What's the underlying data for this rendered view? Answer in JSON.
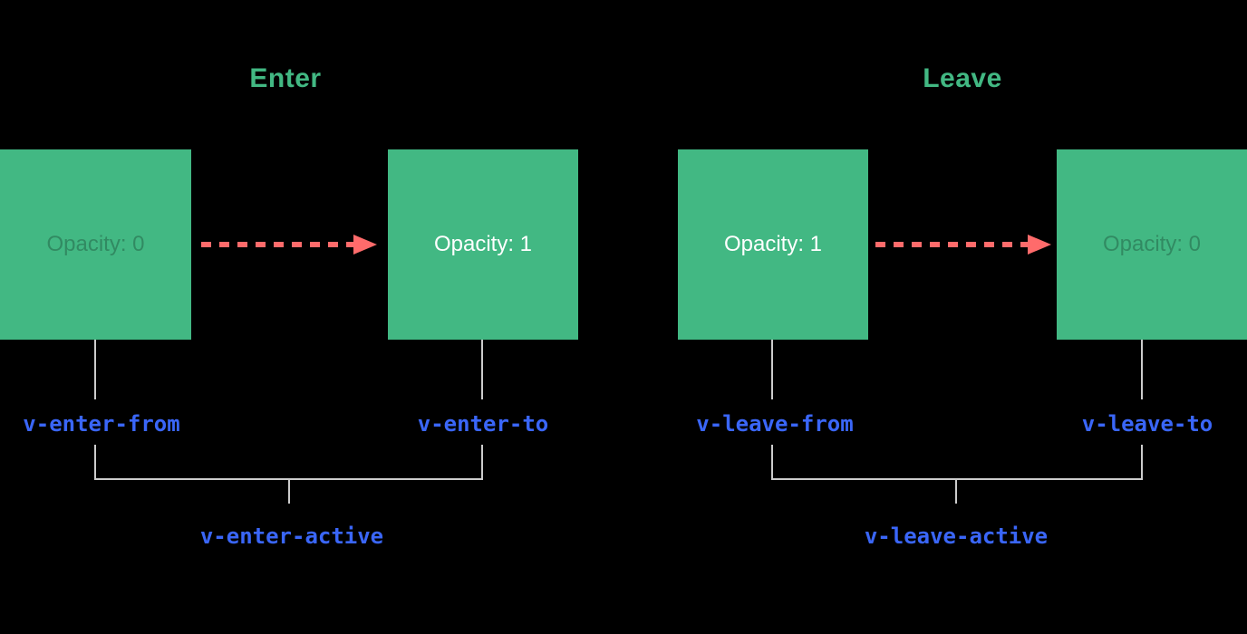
{
  "enter": {
    "title": "Enter",
    "from_box_text": "Opacity: 0",
    "to_box_text": "Opacity: 1",
    "from_label": "v-enter-from",
    "to_label": "v-enter-to",
    "active_label": "v-enter-active"
  },
  "leave": {
    "title": "Leave",
    "from_box_text": "Opacity: 1",
    "to_box_text": "Opacity: 0",
    "from_label": "v-leave-from",
    "to_label": "v-leave-to",
    "active_label": "v-leave-active"
  },
  "colors": {
    "background": "#000000",
    "box_green": "#42b883",
    "title_green": "#42b883",
    "arrow_red": "#ff6b6b",
    "label_blue": "#3a66f8",
    "connector_gray": "#cccccc"
  }
}
